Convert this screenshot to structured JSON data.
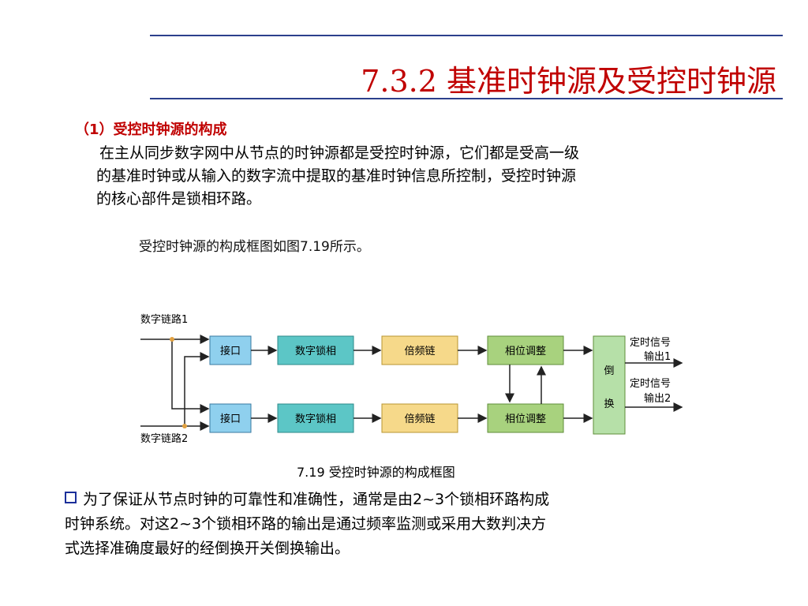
{
  "header": {
    "title": "7.3.2 基准时钟源及受控时钟源"
  },
  "section": {
    "heading": "（1）受控时钟源的构成",
    "paragraph_lines": [
      "在主从同步数字网中从节点的时钟源都是受控时钟源，它们都是受高一级",
      "的基准时钟或从输入的数字流中提取的基准时钟信息所控制，受控时钟源",
      "的核心部件是锁相环路。"
    ]
  },
  "figure": {
    "intro": "受控时钟源的构成框图如图7.19所示。",
    "input_top": "数字链路1",
    "input_bottom": "数字链路2",
    "blocks": {
      "interface": "接口",
      "digital_pll": "数字锁相",
      "multiplier": "倍频链",
      "phase_adjust": "相位调整",
      "switch_1": "倒",
      "switch_2": "换"
    },
    "outputs": {
      "out1_line1": "定时信号",
      "out1_line2": "输出1",
      "out2_line1": "定时信号",
      "out2_line2": "输出2"
    },
    "caption": "7.19  受控时钟源的构成框图"
  },
  "bullet": {
    "lines": [
      "为了保证从节点时钟的可靠性和准确性，通常是由2~3个锁相环路构成",
      "时钟系统。对这2~3个锁相环路的输出是通过频率监测或采用大数判决方",
      "式选择准确度最好的经倒换开关倒换输出。"
    ]
  },
  "colors": {
    "title": "#c00000",
    "rule": "#2b3f8c",
    "interface_fill": "#8fd0ee",
    "pll_fill": "#5cc6c6",
    "multiplier_fill": "#f6d98a",
    "phase_fill": "#a8d27e",
    "switch_fill": "#b6e0a8"
  }
}
